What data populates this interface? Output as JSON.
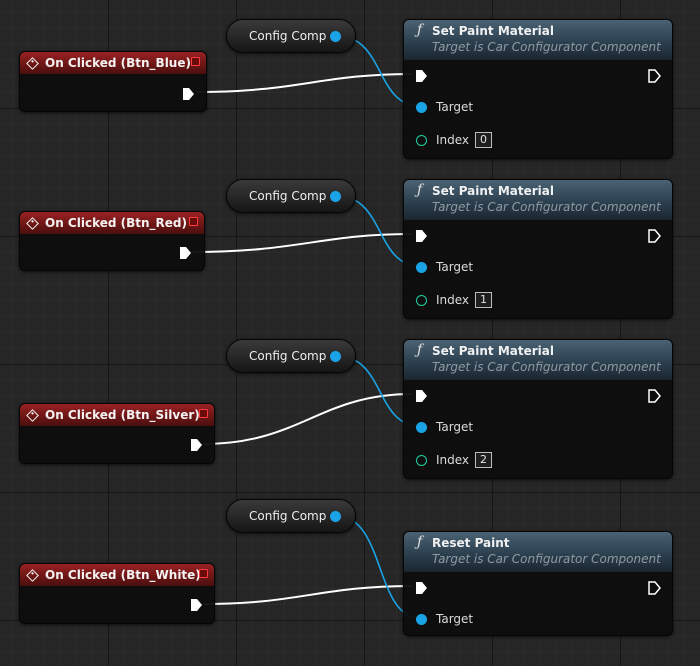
{
  "events": [
    {
      "title": "On Clicked (Btn_Blue)"
    },
    {
      "title": "On Clicked (Btn_Red)"
    },
    {
      "title": "On Clicked (Btn_Silver)"
    },
    {
      "title": "On Clicked (Btn_White)"
    }
  ],
  "getters": [
    {
      "label": "Config Comp"
    },
    {
      "label": "Config Comp"
    },
    {
      "label": "Config Comp"
    },
    {
      "label": "Config Comp"
    }
  ],
  "functions": [
    {
      "title": "Set Paint Material",
      "subtitle": "Target is Car Configurator Component",
      "target_label": "Target",
      "index_label": "Index",
      "index_value": "0"
    },
    {
      "title": "Set Paint Material",
      "subtitle": "Target is Car Configurator Component",
      "target_label": "Target",
      "index_label": "Index",
      "index_value": "1"
    },
    {
      "title": "Set Paint Material",
      "subtitle": "Target is Car Configurator Component",
      "target_label": "Target",
      "index_label": "Index",
      "index_value": "2"
    },
    {
      "title": "Reset Paint",
      "subtitle": "Target is Car Configurator Component",
      "target_label": "Target"
    }
  ],
  "colors": {
    "event_header": "#8b1e1e",
    "object_pin": "#1aa3e6",
    "int_pin": "#20d0a0",
    "exec_wire": "#ffffff",
    "canvas": "#262626"
  },
  "icons": {
    "event": "event-diamond-icon",
    "function": "function-f-icon",
    "exec": "exec-arrow-icon",
    "delegate": "delegate-square-icon"
  }
}
